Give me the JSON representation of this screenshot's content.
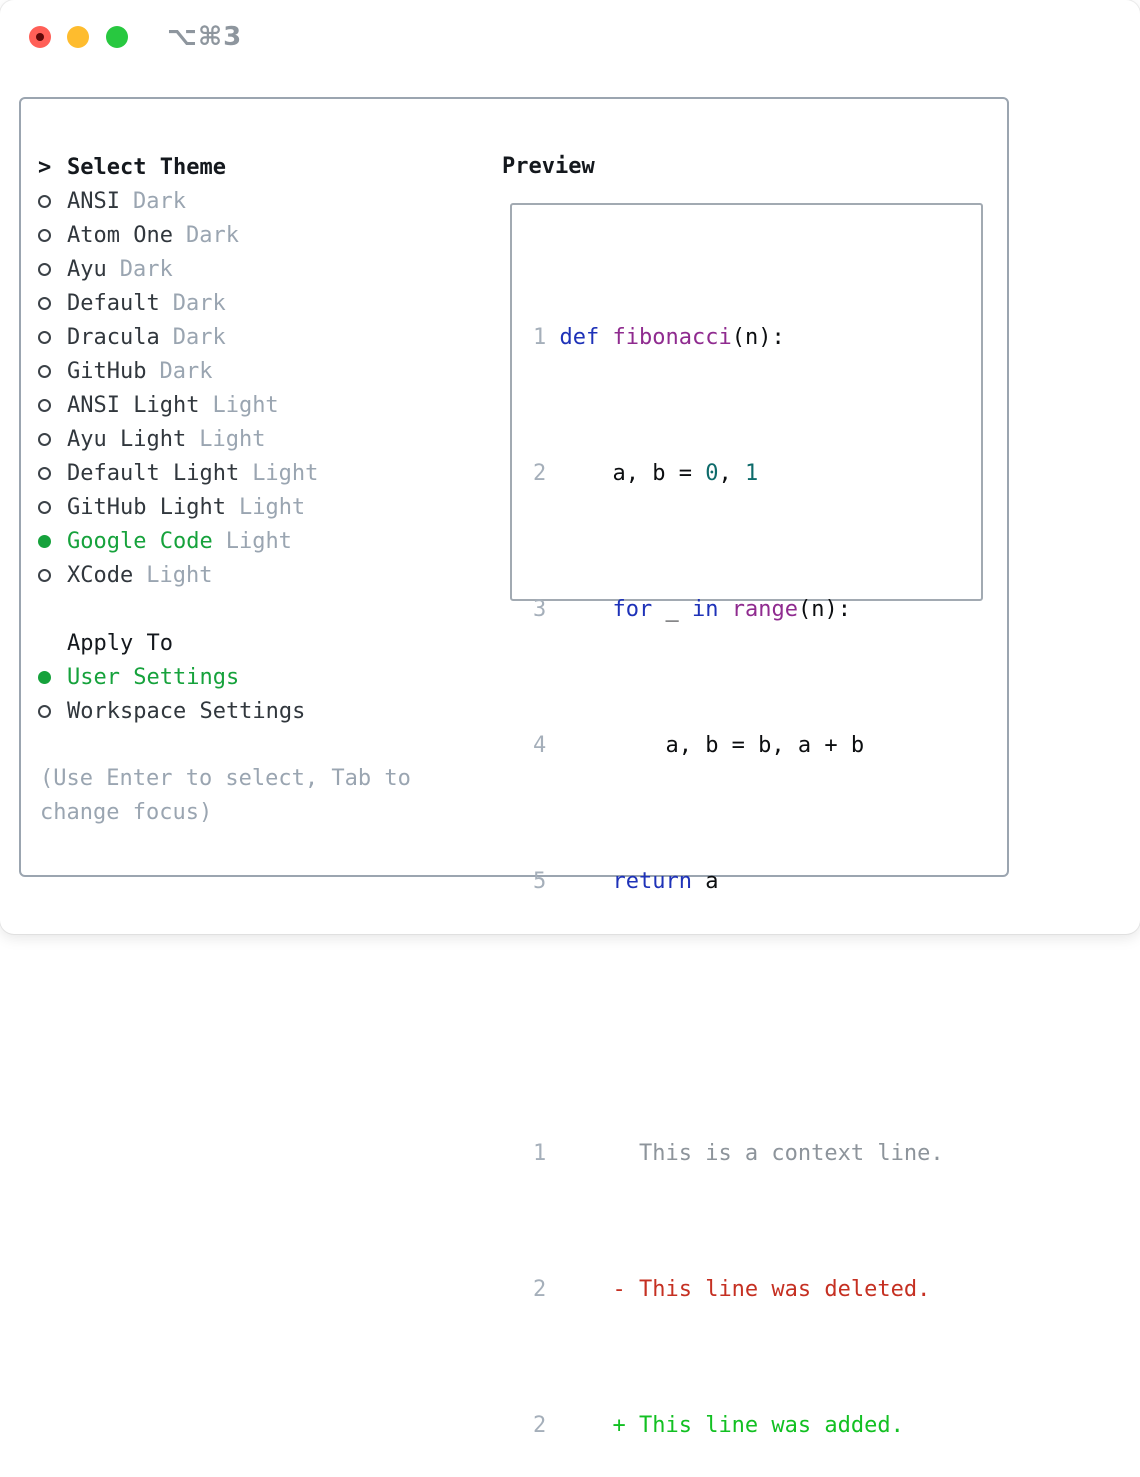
{
  "titlebar": {
    "shortcut": "⌥⌘3"
  },
  "theme_menu": {
    "header_prefix": ">",
    "header": "Select Theme",
    "items": [
      {
        "name": "ANSI",
        "variant": "Dark",
        "selected": false
      },
      {
        "name": "Atom One",
        "variant": "Dark",
        "selected": false
      },
      {
        "name": "Ayu",
        "variant": "Dark",
        "selected": false
      },
      {
        "name": "Default",
        "variant": "Dark",
        "selected": false
      },
      {
        "name": "Dracula",
        "variant": "Dark",
        "selected": false
      },
      {
        "name": "GitHub",
        "variant": "Dark",
        "selected": false
      },
      {
        "name": "ANSI Light",
        "variant": "Light",
        "selected": false
      },
      {
        "name": "Ayu Light",
        "variant": "Light",
        "selected": false
      },
      {
        "name": "Default Light",
        "variant": "Light",
        "selected": false
      },
      {
        "name": "GitHub Light",
        "variant": "Light",
        "selected": false
      },
      {
        "name": "Google Code",
        "variant": "Light",
        "selected": true
      },
      {
        "name": "XCode",
        "variant": "Light",
        "selected": false
      }
    ]
  },
  "apply_to": {
    "header": "Apply To",
    "options": [
      {
        "name": "User Settings",
        "selected": true
      },
      {
        "name": "Workspace Settings",
        "selected": false
      }
    ]
  },
  "hint": "(Use Enter to select, Tab to change focus)",
  "preview": {
    "header": "Preview",
    "lines": [
      {
        "num": "1",
        "tokens": [
          {
            "t": "def",
            "c": "kw"
          },
          {
            "t": " ",
            "c": "pl"
          },
          {
            "t": "fibonacci",
            "c": "fn"
          },
          {
            "t": "(n):",
            "c": "pl"
          }
        ]
      },
      {
        "num": "2",
        "tokens": [
          {
            "t": "    a, b = ",
            "c": "pl"
          },
          {
            "t": "0",
            "c": "num"
          },
          {
            "t": ", ",
            "c": "pl"
          },
          {
            "t": "1",
            "c": "num"
          }
        ]
      },
      {
        "num": "3",
        "tokens": [
          {
            "t": "    ",
            "c": "pl"
          },
          {
            "t": "for",
            "c": "kw"
          },
          {
            "t": " _ ",
            "c": "pl"
          },
          {
            "t": "in",
            "c": "kw"
          },
          {
            "t": " ",
            "c": "pl"
          },
          {
            "t": "range",
            "c": "fn"
          },
          {
            "t": "(n):",
            "c": "pl"
          }
        ]
      },
      {
        "num": "4",
        "tokens": [
          {
            "t": "        a, b = b, a + b",
            "c": "pl"
          }
        ]
      },
      {
        "num": "5",
        "tokens": [
          {
            "t": "    ",
            "c": "pl"
          },
          {
            "t": "return",
            "c": "kw"
          },
          {
            "t": " a",
            "c": "pl"
          }
        ]
      },
      {
        "num": "",
        "tokens": []
      },
      {
        "num": "1",
        "tokens": [
          {
            "t": "      This is a context line.",
            "c": "ctx"
          }
        ]
      },
      {
        "num": "2",
        "tokens": [
          {
            "t": "    - This line was deleted.",
            "c": "del"
          }
        ]
      },
      {
        "num": "2",
        "tokens": [
          {
            "t": "    + This line was added.",
            "c": "add"
          }
        ]
      }
    ]
  },
  "colors": {
    "accent_green": "#16a23c",
    "added_green": "#12c022",
    "deleted_red": "#c53022",
    "keyword_blue": "#1e32b8",
    "function_purple": "#8f2b8f",
    "number_teal": "#0e6b6b",
    "muted_gray": "#9aa5b1",
    "context_gray": "#8d949b",
    "traffic_red": "#ff5f57",
    "traffic_yellow": "#febc2e",
    "traffic_green": "#28c840"
  }
}
